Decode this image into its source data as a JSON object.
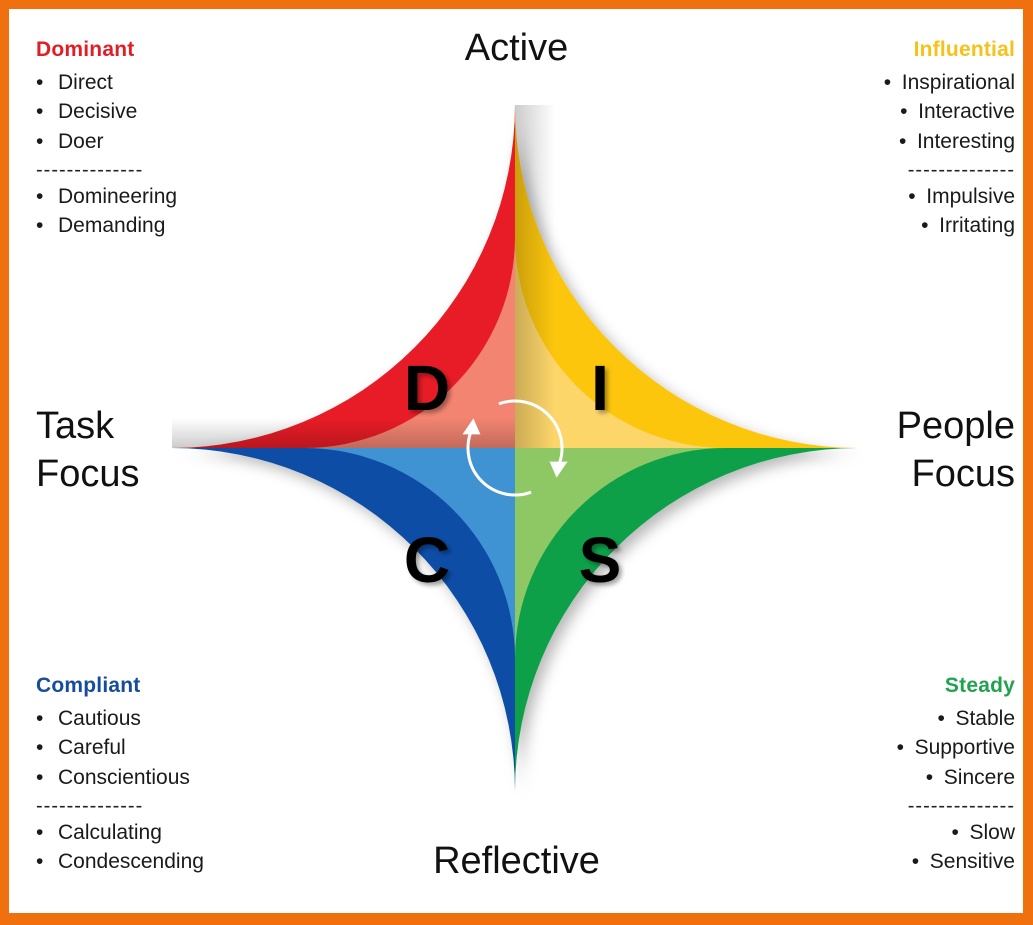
{
  "title": "DISC model",
  "axes": {
    "top": "Active",
    "bottom": "Reflective",
    "left": [
      "Task",
      "Focus"
    ],
    "right": [
      "People",
      "Focus"
    ]
  },
  "quadrants": [
    {
      "key": "dominant",
      "letter": "D",
      "ring_label": "Dominant",
      "outer_color": "#E81E25",
      "inner_color": "#F38471",
      "panel": {
        "title": "Dominant",
        "title_color": "#DF1E26",
        "strengths": [
          "Direct",
          "Decisive",
          "Doer"
        ],
        "separator": "--------------",
        "weaknesses": [
          "Domineering",
          "Demanding"
        ]
      }
    },
    {
      "key": "influential",
      "letter": "I",
      "ring_label": "Influential",
      "outer_color": "#FCC60E",
      "inner_color": "#FDD66A",
      "panel": {
        "title": "Influential",
        "title_color": "#F6C21A",
        "strengths": [
          "Inspirational",
          "Interactive",
          "Interesting"
        ],
        "separator": "--------------",
        "weaknesses": [
          "Impulsive",
          "Irritating"
        ]
      }
    },
    {
      "key": "compliant",
      "letter": "C",
      "ring_label": "Compliant",
      "outer_color": "#0F4EA6",
      "inner_color": "#4093D2",
      "panel": {
        "title": "Compliant",
        "title_color": "#154D9C",
        "strengths": [
          "Cautious",
          "Careful",
          "Conscientious"
        ],
        "separator": "--------------",
        "weaknesses": [
          "Calculating",
          "Condescending"
        ]
      }
    },
    {
      "key": "steady",
      "letter": "S",
      "ring_label": "Steady",
      "outer_color": "#0DA04A",
      "inner_color": "#8DC865",
      "panel": {
        "title": "Steady",
        "title_color": "#22A24E",
        "strengths": [
          "Stable",
          "Supportive",
          "Sincere"
        ],
        "separator": "--------------",
        "weaknesses": [
          "Slow",
          "Sensitive"
        ]
      }
    }
  ],
  "center_icon": "cycle-arrows-icon",
  "border_color": "#F07010"
}
